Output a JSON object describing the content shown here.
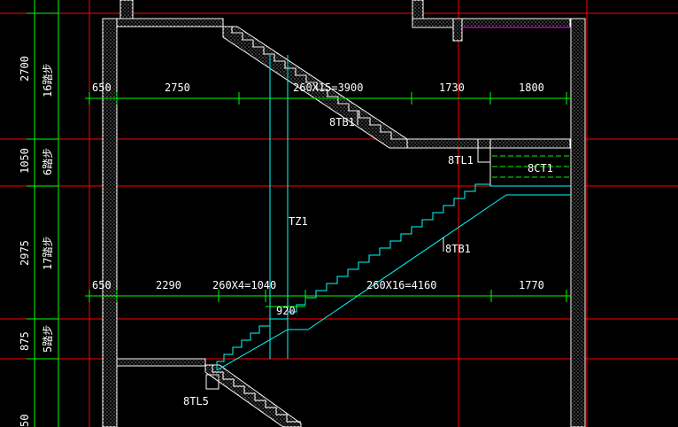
{
  "colors": {
    "background": "#000000",
    "axis": "#ff0000",
    "dimension": "#00ff00",
    "stair": "#00ffff",
    "wall": "#ffffff",
    "text": "#ffffff",
    "magenta": "#ff00ff"
  },
  "left_dims": [
    {
      "value": "2700",
      "steps": "16踏步"
    },
    {
      "value": "1050",
      "steps": "6踏步"
    },
    {
      "value": "2975",
      "steps": "17踏步"
    },
    {
      "value": "875",
      "steps": "5踏步"
    },
    {
      "value": "50",
      "steps": ""
    }
  ],
  "upper_row": [
    "650",
    "2750",
    "260X15=3900",
    "1730",
    "1800"
  ],
  "lower_row": [
    "650",
    "2290",
    "260X4=1040",
    "260X16=4160",
    "1770"
  ],
  "sub_dim": "920",
  "labels": {
    "tb1_top": "8TB1",
    "tl1": "8TL1",
    "ct1": "8CT1",
    "tz1": "TZ1",
    "tb1_mid": "8TB1",
    "tl5": "8TL5"
  }
}
